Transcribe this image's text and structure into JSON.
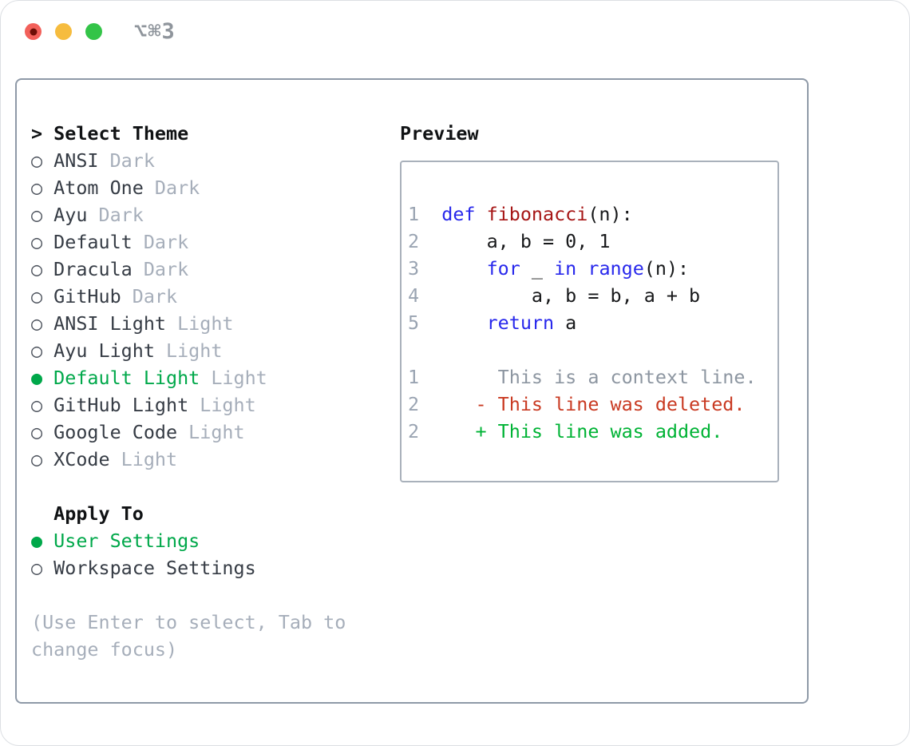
{
  "window": {
    "shortcut_label": "⌥⌘3",
    "traffic_lights": [
      "close",
      "minimize",
      "zoom"
    ]
  },
  "theme_panel": {
    "title_prefix": "> ",
    "title": "Select Theme",
    "marker_selected": "●",
    "marker_unselected": "○",
    "items": [
      {
        "name": "ANSI",
        "variant": "Dark",
        "selected": false
      },
      {
        "name": "Atom One",
        "variant": "Dark",
        "selected": false
      },
      {
        "name": "Ayu",
        "variant": "Dark",
        "selected": false
      },
      {
        "name": "Default",
        "variant": "Dark",
        "selected": false
      },
      {
        "name": "Dracula",
        "variant": "Dark",
        "selected": false
      },
      {
        "name": "GitHub",
        "variant": "Dark",
        "selected": false
      },
      {
        "name": "ANSI Light",
        "variant": "Light",
        "selected": false
      },
      {
        "name": "Ayu Light",
        "variant": "Light",
        "selected": false
      },
      {
        "name": "Default Light",
        "variant": "Light",
        "selected": true
      },
      {
        "name": "GitHub Light",
        "variant": "Light",
        "selected": false
      },
      {
        "name": "Google Code",
        "variant": "Light",
        "selected": false
      },
      {
        "name": "XCode",
        "variant": "Light",
        "selected": false
      }
    ],
    "apply_to": {
      "title": "Apply To",
      "options": [
        {
          "label": "User Settings",
          "selected": true
        },
        {
          "label": "Workspace Settings",
          "selected": false
        }
      ]
    },
    "help_lines": [
      "(Use Enter to select, Tab to",
      "change focus)"
    ]
  },
  "preview": {
    "title": "Preview",
    "lines": [
      [
        {
          "t": "1  ",
          "c": "num"
        },
        {
          "t": "def",
          "c": "kw"
        },
        {
          "t": " ",
          "c": "pl"
        },
        {
          "t": "fibonacci",
          "c": "fn"
        },
        {
          "t": "(n):",
          "c": "pl"
        }
      ],
      [
        {
          "t": "2  ",
          "c": "num"
        },
        {
          "t": "    a, b = 0, 1",
          "c": "pl"
        }
      ],
      [
        {
          "t": "3  ",
          "c": "num"
        },
        {
          "t": "    ",
          "c": "pl"
        },
        {
          "t": "for",
          "c": "kw"
        },
        {
          "t": " _ ",
          "c": "pl"
        },
        {
          "t": "in",
          "c": "kw"
        },
        {
          "t": " ",
          "c": "pl"
        },
        {
          "t": "range",
          "c": "kw"
        },
        {
          "t": "(n):",
          "c": "pl"
        }
      ],
      [
        {
          "t": "4  ",
          "c": "num"
        },
        {
          "t": "        a, b = b, a + b",
          "c": "pl"
        }
      ],
      [
        {
          "t": "5  ",
          "c": "num"
        },
        {
          "t": "    ",
          "c": "pl"
        },
        {
          "t": "return",
          "c": "kw"
        },
        {
          "t": " a",
          "c": "pl"
        }
      ],
      [],
      [
        {
          "t": "1  ",
          "c": "num"
        },
        {
          "t": "     This is a context line.",
          "c": "ctx"
        }
      ],
      [
        {
          "t": "2  ",
          "c": "num"
        },
        {
          "t": "   - This line was deleted.",
          "c": "del"
        }
      ],
      [
        {
          "t": "2  ",
          "c": "num"
        },
        {
          "t": "   + This line was added.",
          "c": "add"
        }
      ]
    ]
  },
  "colors": {
    "tl_red": "#f2605a",
    "tl_red_dot": "#6d0e06",
    "tl_yellow": "#f6bc3e",
    "tl_green": "#33c448",
    "shortcut_gray": "#8f959c",
    "box_border": "#8e99a7",
    "preview_border": "#a9b1bb",
    "title_text": "#101214",
    "item_text": "#363c45",
    "muted": "#a6aeba",
    "accent_green": "#00a84a",
    "code_text": "#17181a",
    "gutter": "#9aa4b2",
    "context": "#8d96a1",
    "keyword_blue": "#2828ec",
    "function_red": "#a61616",
    "deleted_red": "#c93a22",
    "added_green": "#00b335"
  }
}
